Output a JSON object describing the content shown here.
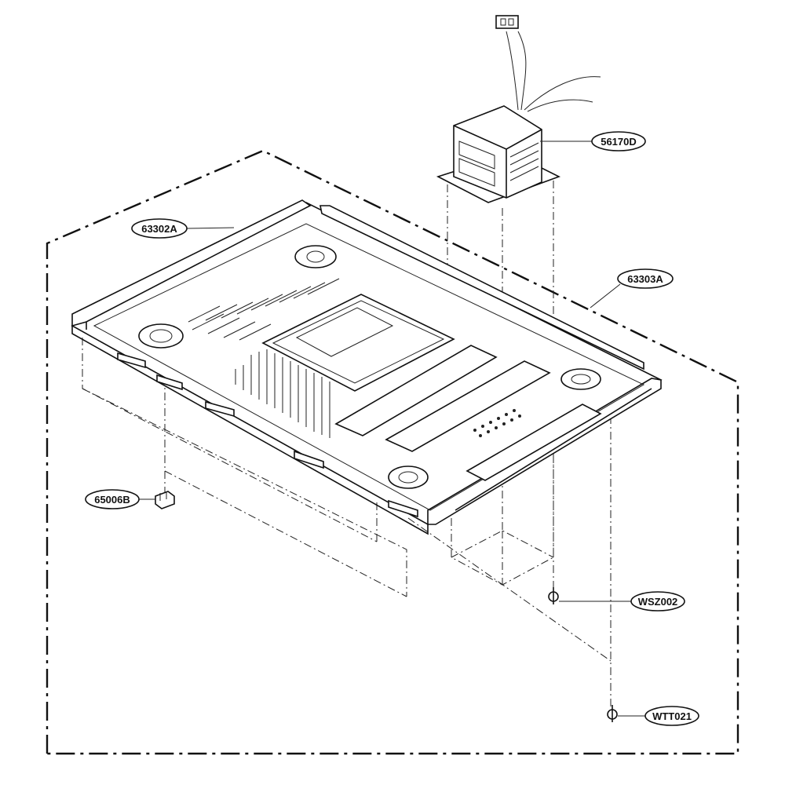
{
  "callouts": [
    {
      "id": "transformer",
      "label": "56170D"
    },
    {
      "id": "base-plate",
      "label": "63302A"
    },
    {
      "id": "frame",
      "label": "63303A"
    },
    {
      "id": "foot",
      "label": "65006B"
    },
    {
      "id": "screw-a",
      "label": "WSZ002"
    },
    {
      "id": "screw-b",
      "label": "WTT021"
    }
  ],
  "colors": {
    "ink": "#111111",
    "paper": "#ffffff"
  }
}
